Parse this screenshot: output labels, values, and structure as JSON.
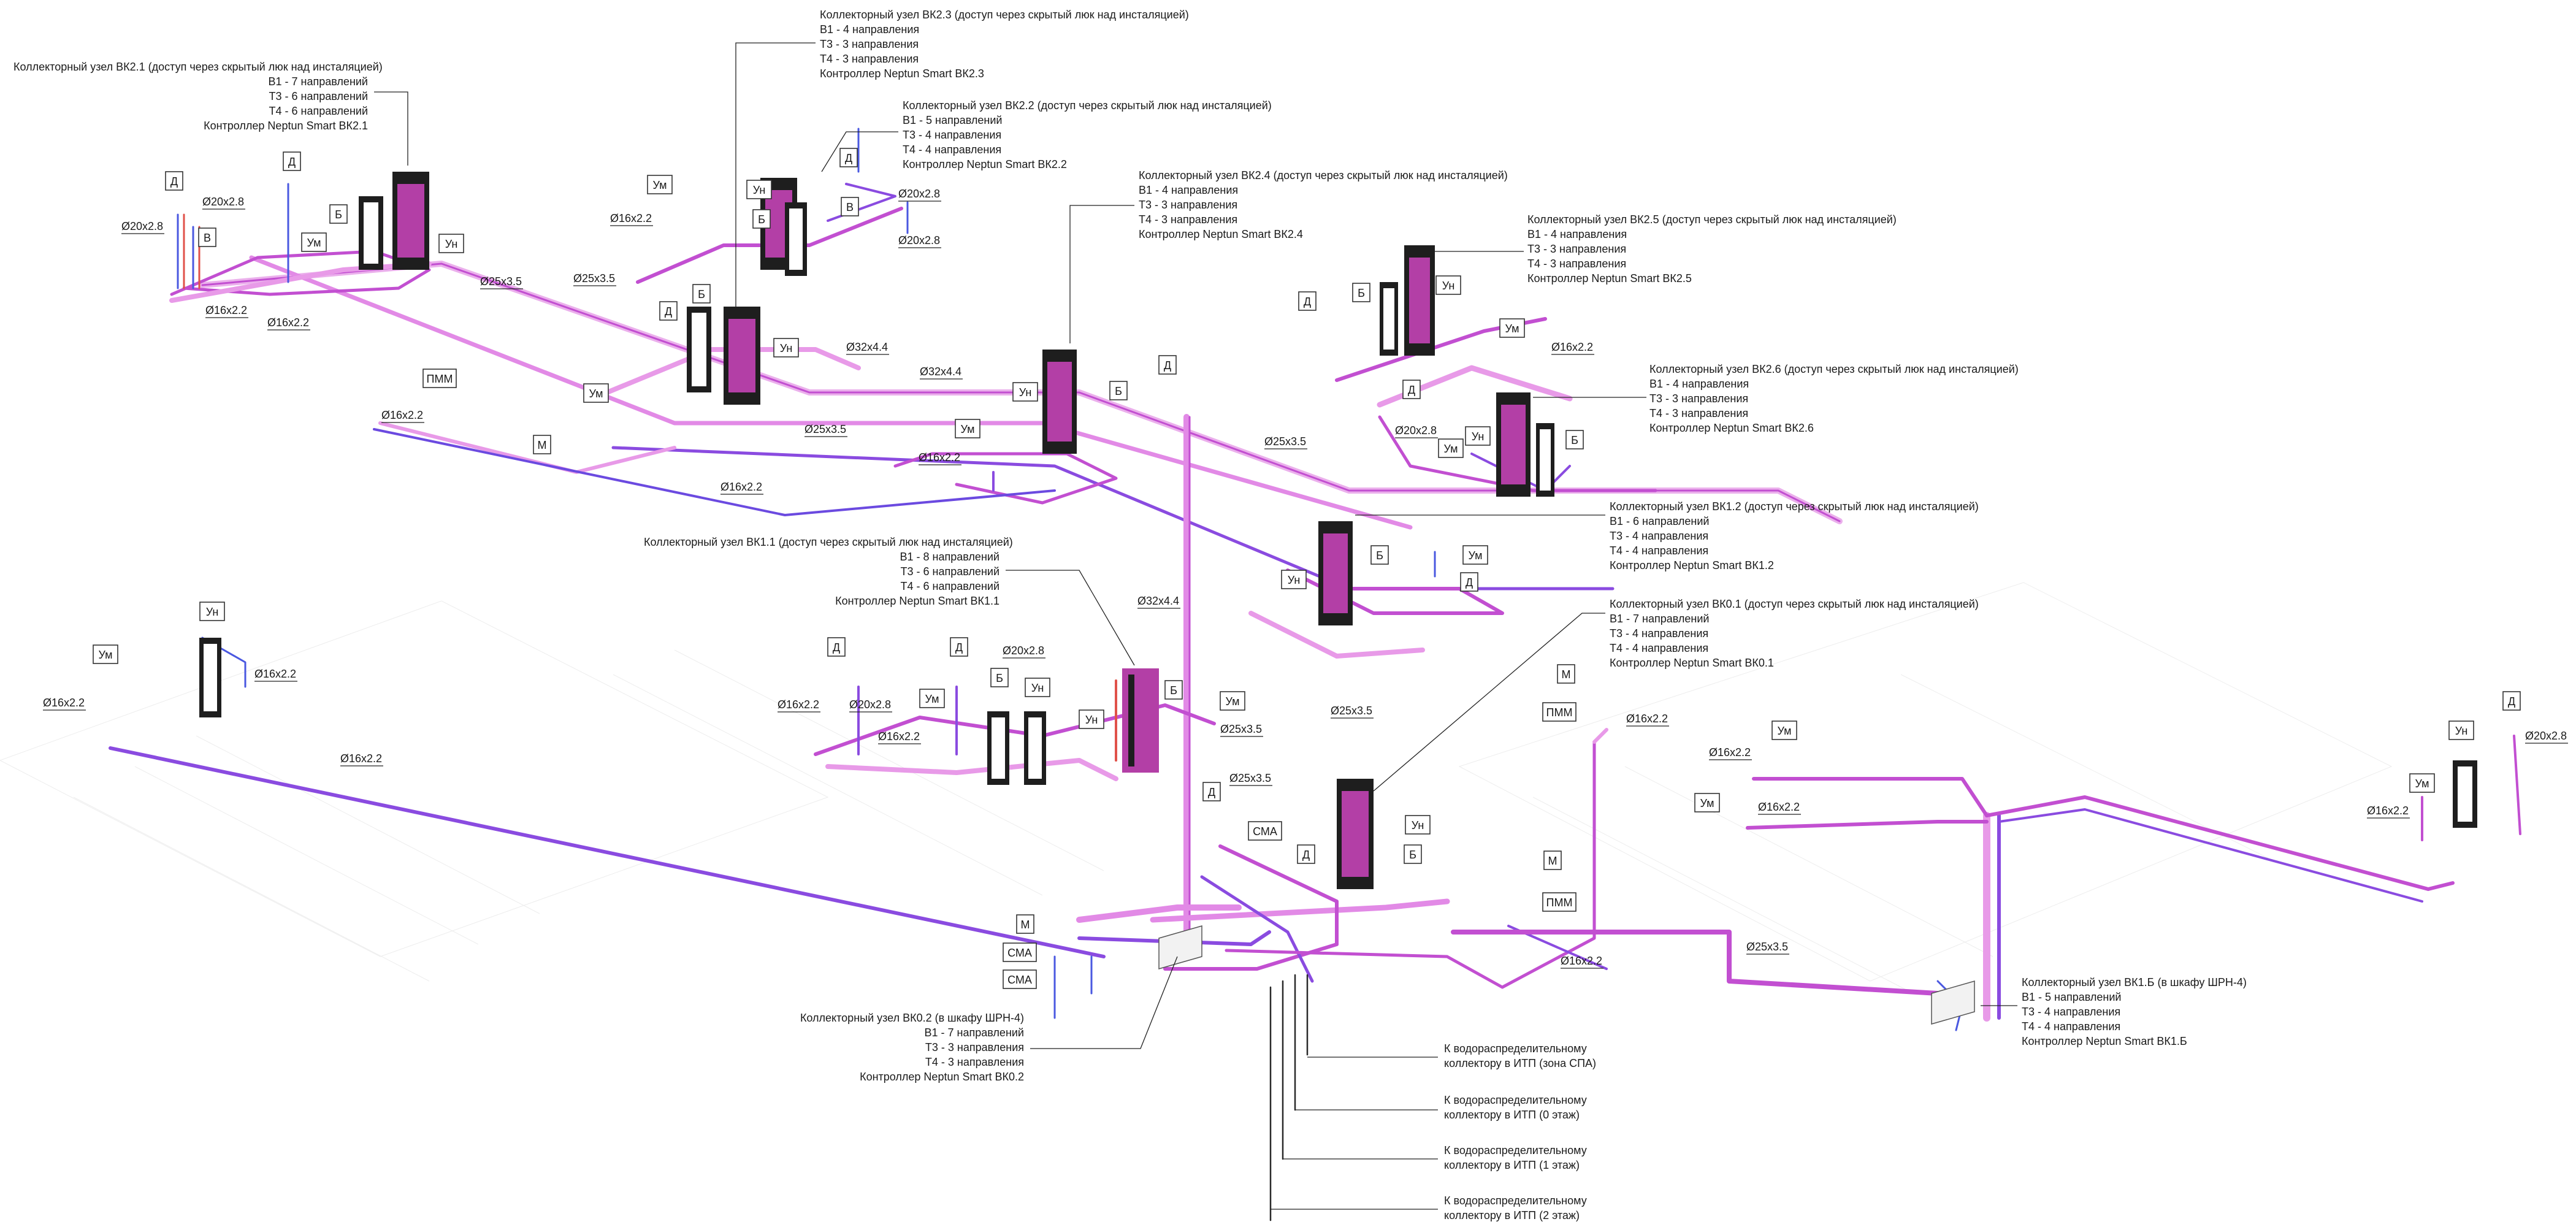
{
  "colors": {
    "pipe_main": "#c24fd1",
    "pipe_light": "#e89ae8",
    "pipe_violet": "#8a4be0",
    "pipe_blue": "#4a58e0",
    "pipe_red": "#e0524a",
    "fixture": "#1e1e1e"
  },
  "manifolds": [
    {
      "title": "Коллекторный узел ВК2.1 (доступ через скрытый люк над инсталяцией)",
      "lines": [
        "В1 - 7 направлений",
        "Т3 - 6 направлений",
        "Т4 - 6 направлений",
        "Контроллер Neptun Smart ВК2.1"
      ]
    },
    {
      "title": "Коллекторный узел ВК2.3 (доступ через скрытый люк над инсталяцией)",
      "lines": [
        "В1 - 4 направления",
        "Т3 - 3 направления",
        "Т4 - 3 направления",
        "Контроллер Neptun Smart ВК2.3"
      ]
    },
    {
      "title": "Коллекторный узел ВК2.2 (доступ через скрытый люк над инсталяцией)",
      "lines": [
        "В1 - 5 направлений",
        "Т3 - 4 направления",
        "Т4 - 4 направления",
        "Контроллер Neptun Smart ВК2.2"
      ]
    },
    {
      "title": "Коллекторный узел ВК2.4 (доступ через скрытый люк над инсталяцией)",
      "lines": [
        "В1 - 4 направления",
        "Т3 - 3 направления",
        "Т4 - 3 направления",
        "Контроллер Neptun Smart ВК2.4"
      ]
    },
    {
      "title": "Коллекторный узел ВК2.5 (доступ через скрытый люк над инсталяцией)",
      "lines": [
        "В1 - 4 направления",
        "Т3 - 3 направления",
        "Т4 - 3 направления",
        "Контроллер Neptun Smart ВК2.5"
      ]
    },
    {
      "title": "Коллекторный узел ВК2.6 (доступ через скрытый люк над инсталяцией)",
      "lines": [
        "В1 - 4 направления",
        "Т3 - 3 направления",
        "Т4 - 3 направления",
        "Контроллер Neptun Smart ВК2.6"
      ]
    },
    {
      "title": "Коллекторный узел ВК1.2 (доступ через скрытый люк над инсталяцией)",
      "lines": [
        "В1 - 6 направлений",
        "Т3 - 4 направления",
        "Т4 - 4 направления",
        "Контроллер Neptun Smart ВК1.2"
      ]
    },
    {
      "title": "Коллекторный узел ВК1.1 (доступ через скрытый люк над инсталяцией)",
      "lines": [
        "В1 - 8 направлений",
        "Т3 - 6 направлений",
        "Т4 - 6 направлений",
        "Контроллер Neptun Smart ВК1.1"
      ]
    },
    {
      "title": "Коллекторный узел ВК0.1 (доступ через скрытый люк над инсталяцией)",
      "lines": [
        "В1 - 7 направлений",
        "Т3 - 4 направления",
        "Т4 - 4 направления",
        "Контроллер Neptun Smart ВК0.1"
      ]
    },
    {
      "title": "Коллекторный узел ВК0.2 (в шкафу ШРН-4)",
      "lines": [
        "В1 - 7 направлений",
        "Т3 - 3 направления",
        "Т4 - 3 направления",
        "Контроллер Neptun Smart ВК0.2"
      ]
    },
    {
      "title": "Коллекторный узел ВК1.Б (в шкафу ШРН-4)",
      "lines": [
        "В1 - 5 направлений",
        "Т3 - 4 направления",
        "Т4 - 4 направления",
        "Контроллер Neptun Smart ВК1.Б"
      ]
    }
  ],
  "risers": [
    [
      "К водораспределительному",
      "коллектору в ИТП (зона СПА)"
    ],
    [
      "К водораспределительному",
      "коллектору в ИТП (0 этаж)"
    ],
    [
      "К водораспределительному",
      "коллектору в ИТП (1 этаж)"
    ],
    [
      "К водораспределительному",
      "коллектору в ИТП (2 этаж)"
    ]
  ],
  "diameters": {
    "d16": "Ø16x2.2",
    "d20": "Ø20x2.8",
    "d25": "Ø25x3.5",
    "d32": "Ø32x4.4"
  },
  "fixture_tags": {
    "D": "Д",
    "V": "В",
    "B": "Б",
    "UN": "Ун",
    "UM": "Ум",
    "M": "М",
    "PMM": "ПММ",
    "SMA": "СМА"
  }
}
